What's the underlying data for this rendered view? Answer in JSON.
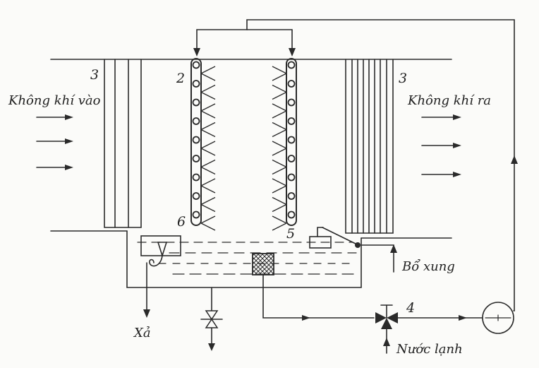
{
  "labels": {
    "air_in": "Không khí vào",
    "air_out": "Không khí ra",
    "makeup": "Bổ xung",
    "drain": "Xả",
    "cold_water": "Nước lạnh"
  },
  "numbers": {
    "eliminator_left": "3",
    "eliminator_right": "3",
    "spray_header": "2",
    "float_valve": "5",
    "overflow": "6",
    "three_way_valve": "4"
  },
  "colors": {
    "ink": "#2a2a2a",
    "paper": "#fbfbf9"
  }
}
